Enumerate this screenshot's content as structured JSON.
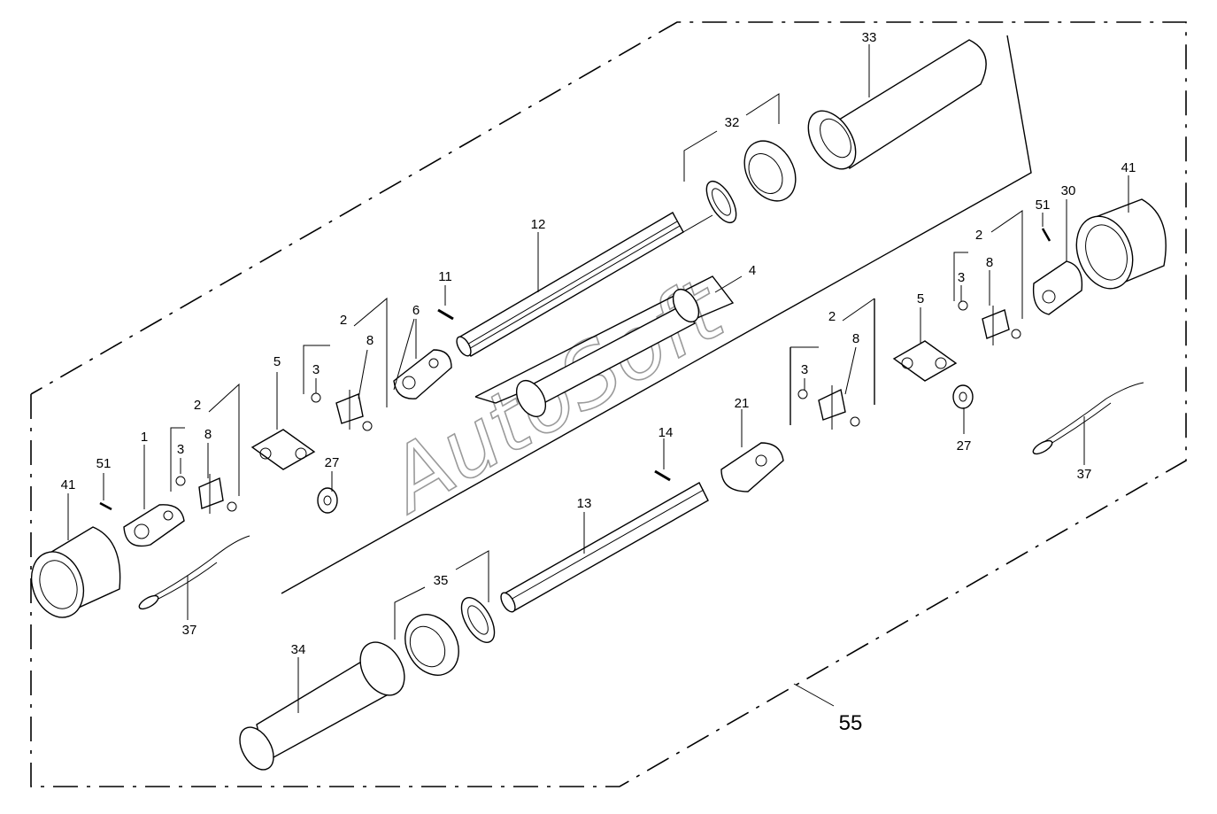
{
  "watermark": "AutoSoft",
  "callouts": {
    "c1": "1",
    "c2a": "2",
    "c2b": "2",
    "c2c": "2",
    "c2d": "2",
    "c3a": "3",
    "c3b": "3",
    "c3c": "3",
    "c3d": "3",
    "c4": "4",
    "c5a": "5",
    "c5b": "5",
    "c6": "6",
    "c8a": "8",
    "c8b": "8",
    "c8c": "8",
    "c8d": "8",
    "c11": "11",
    "c12": "12",
    "c13": "13",
    "c14": "14",
    "c21": "21",
    "c27a": "27",
    "c27b": "27",
    "c30": "30",
    "c32": "32",
    "c33": "33",
    "c34": "34",
    "c35": "35",
    "c37a": "37",
    "c37b": "37",
    "c41a": "41",
    "c41b": "41",
    "c51a": "51",
    "c51b": "51",
    "c55": "55"
  }
}
